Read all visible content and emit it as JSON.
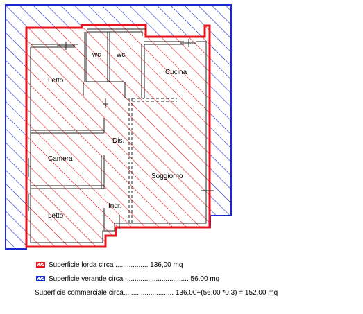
{
  "colors": {
    "lorda": "#e8141e",
    "verande": "#1a2ad0",
    "walls": "#222222"
  },
  "rooms": {
    "wc1": "wc",
    "wc2": "wc",
    "cucina": "Cucina",
    "letto_top": "Letto",
    "dis": "Dis.",
    "camera": "Camera",
    "soggiorno": "Soggiorno",
    "ingr": "Ingr.",
    "letto_bottom": "Letto"
  },
  "legend": {
    "lorda": "Superficie lorda circa ................. 136,00 mq",
    "verande": "Superficie verande circa ................................. 56,00 mq",
    "commerciale": "Superficie commerciale circa.......................... 136,00+(56,00 *0,3) = 152,00 mq"
  }
}
